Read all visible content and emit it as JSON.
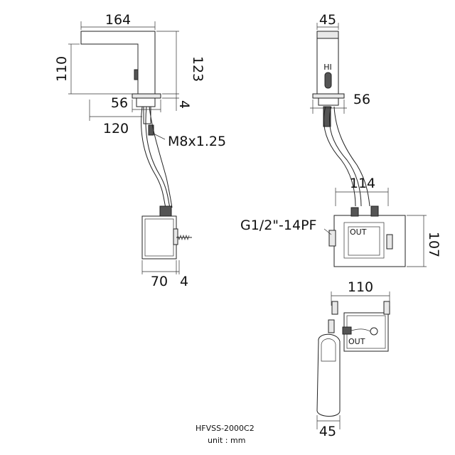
{
  "model": "HFVSS-2000C2",
  "unit": "unit : mm",
  "side_view": {
    "spout_length": "164",
    "spout_height": "110",
    "total_height": "123",
    "base_diameter": "56",
    "base_height": "4",
    "reach": "120",
    "thread": "M8x1.25",
    "box_depth": "70",
    "box_offset": "4"
  },
  "front_view": {
    "head_width": "45",
    "base_diameter": "56"
  },
  "box_front_view": {
    "width": "114",
    "height": "107",
    "connection": "G1/2\"-14PF"
  },
  "box_top_view": {
    "width": "110",
    "head_width": "45"
  }
}
